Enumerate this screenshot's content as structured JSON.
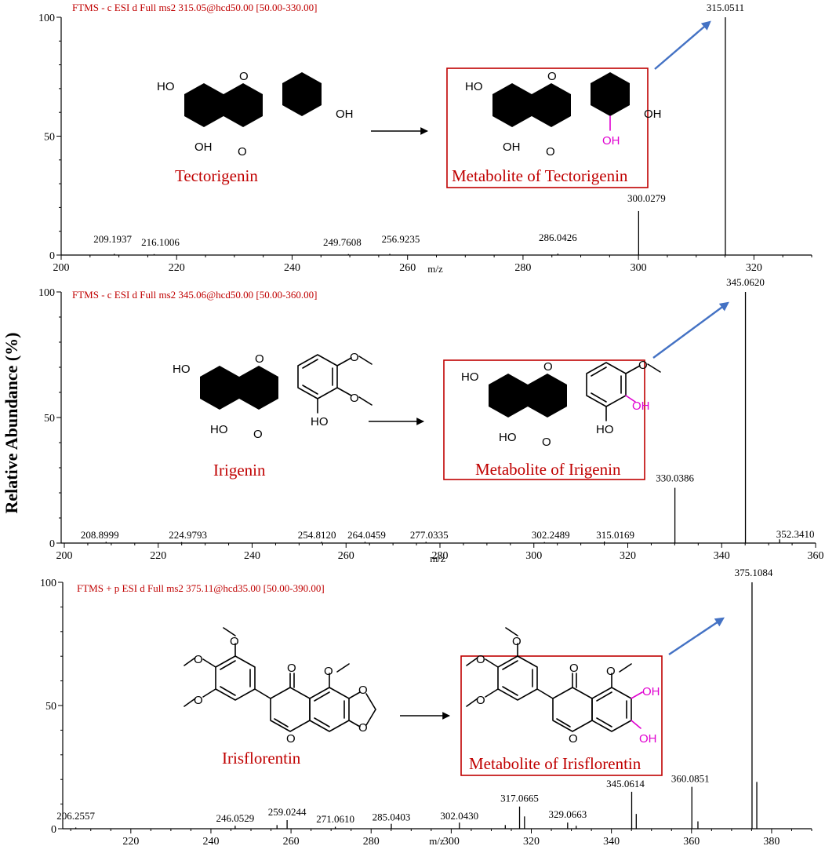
{
  "ylabel": "Relative Abundance (%)",
  "chart_data": [
    {
      "type": "bar",
      "subtype": "mass-spectrum",
      "header": "FTMS - c ESI d Full ms2 315.05@hcd50.00 [50.00-330.00]",
      "xlabel": "m/z",
      "xlim": [
        200,
        330
      ],
      "ylim": [
        0,
        100
      ],
      "x_ticks": [
        200,
        220,
        240,
        260,
        280,
        300,
        320
      ],
      "y_ticks": [
        0,
        50,
        100
      ],
      "peaks": [
        {
          "mz": 209.1937,
          "intensity": 0.5,
          "label": "209.1937"
        },
        {
          "mz": 216.1006,
          "intensity": 0.4,
          "label": "216.1006"
        },
        {
          "mz": 249.7608,
          "intensity": 0.4,
          "label": "249.7608"
        },
        {
          "mz": 256.9235,
          "intensity": 0.5,
          "label": "256.9235"
        },
        {
          "mz": 286.0426,
          "intensity": 0.6,
          "label": "286.0426"
        },
        {
          "mz": 300.0279,
          "intensity": 18.5,
          "label": "300.0279"
        },
        {
          "mz": 315.0511,
          "intensity": 100,
          "label": "315.0511"
        }
      ],
      "parent_compound": "Tectorigenin",
      "metabolite": "Metabolite of Tectorigenin",
      "highlight_label": "OH"
    },
    {
      "type": "bar",
      "subtype": "mass-spectrum",
      "header": "FTMS - c ESI d Full ms2 345.06@hcd50.00 [50.00-360.00]",
      "xlabel": "m/z",
      "xlim": [
        200,
        360
      ],
      "ylim": [
        0,
        100
      ],
      "x_ticks": [
        200,
        220,
        240,
        260,
        280,
        300,
        320,
        340,
        360
      ],
      "y_ticks": [
        0,
        50,
        100
      ],
      "peaks": [
        {
          "mz": 208.8999,
          "intensity": 0.5,
          "label": "208.8999"
        },
        {
          "mz": 224.9793,
          "intensity": 0.4,
          "label": "224.9793"
        },
        {
          "mz": 254.812,
          "intensity": 0.5,
          "label": "254.8120"
        },
        {
          "mz": 264.0459,
          "intensity": 0.5,
          "label": "264.0459"
        },
        {
          "mz": 277.0335,
          "intensity": 0.5,
          "label": "277.0335"
        },
        {
          "mz": 302.2489,
          "intensity": 0.4,
          "label": "302.2489"
        },
        {
          "mz": 315.0169,
          "intensity": 0.6,
          "label": "315.0169"
        },
        {
          "mz": 330.0386,
          "intensity": 22,
          "label": "330.0386"
        },
        {
          "mz": 345.062,
          "intensity": 100,
          "label": "345.0620"
        },
        {
          "mz": 352.341,
          "intensity": 1.5,
          "label": "352.3410"
        }
      ],
      "parent_compound": "Irigenin",
      "metabolite": "Metabolite of Irigenin",
      "highlight_label": "OH"
    },
    {
      "type": "bar",
      "subtype": "mass-spectrum",
      "header": "FTMS + p ESI d Full ms2 375.11@hcd35.00 [50.00-390.00]",
      "xlabel": "m/z",
      "xlim": [
        203,
        390
      ],
      "ylim": [
        0,
        100
      ],
      "x_ticks": [
        220,
        240,
        260,
        280,
        300,
        320,
        340,
        360,
        380
      ],
      "y_ticks": [
        0,
        50,
        100
      ],
      "peaks": [
        {
          "mz": 206.2557,
          "intensity": 0.5,
          "label": "206.2557"
        },
        {
          "mz": 246.0529,
          "intensity": 1.2,
          "label": "246.0529"
        },
        {
          "mz": 259.0244,
          "intensity": 3.5,
          "label": "259.0244"
        },
        {
          "mz": 271.061,
          "intensity": 0.8,
          "label": "271.0610"
        },
        {
          "mz": 285.0403,
          "intensity": 2,
          "label": "285.0403"
        },
        {
          "mz": 302.043,
          "intensity": 2.5,
          "label": "302.0430"
        },
        {
          "mz": 317.0665,
          "intensity": 9,
          "label": "317.0665"
        },
        {
          "mz": 329.0663,
          "intensity": 2.5,
          "label": "329.0663"
        },
        {
          "mz": 345.0614,
          "intensity": 15,
          "label": "345.0614"
        },
        {
          "mz": 360.0851,
          "intensity": 17,
          "label": "360.0851"
        },
        {
          "mz": 375.1084,
          "intensity": 100,
          "label": "375.1084"
        },
        {
          "mz": 376.3,
          "intensity": 19,
          "label": ""
        }
      ],
      "minor_peaks": [
        {
          "mz": 256.5,
          "intensity": 1.5
        },
        {
          "mz": 313.5,
          "intensity": 1.5
        },
        {
          "mz": 318.3,
          "intensity": 5
        },
        {
          "mz": 331.2,
          "intensity": 1.2
        },
        {
          "mz": 346.2,
          "intensity": 6
        },
        {
          "mz": 361.6,
          "intensity": 3
        }
      ],
      "parent_compound": "Irisflorentin",
      "metabolite": "Metabolite of Irisflorentin",
      "highlight_label": "OH"
    }
  ]
}
